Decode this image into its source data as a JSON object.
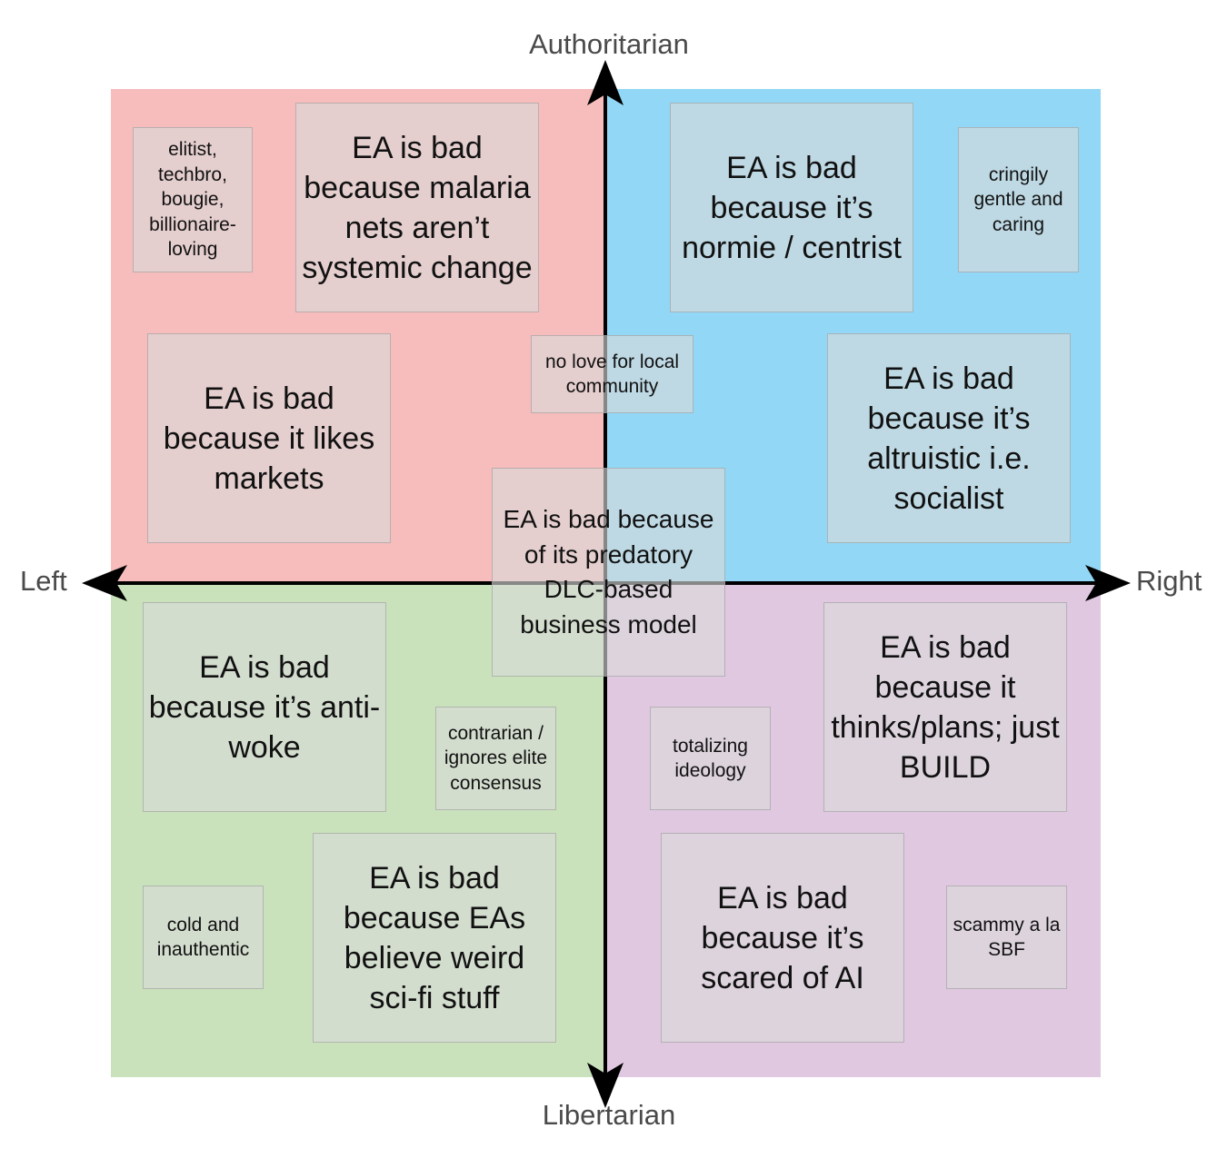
{
  "axes": {
    "top": "Authoritarian",
    "bottom": "Libertarian",
    "left": "Left",
    "right": "Right"
  },
  "colors": {
    "authoritarian_left": "#f7bcbc",
    "authoritarian_right": "#92d7f5",
    "libertarian_left": "#c9e2bb",
    "libertarian_right": "#e0c8e0",
    "box_fill": "#dadada",
    "axis": "#000000"
  },
  "items": {
    "elitist": "elitist, techbro, bougie, billionaire-loving",
    "malaria_nets": "EA is bad because malaria nets aren’t systemic change",
    "likes_markets": "EA is bad because it likes markets",
    "local_community": "no love for local community",
    "normie_centrist": "EA is bad because it’s normie / centrist",
    "gentle_caring": "cringily gentle and caring",
    "altruistic_socialist": "EA is bad because it’s altruistic i.e. socialist",
    "dlc_model": "EA is bad because of its predatory DLC-based business model",
    "anti_woke": "EA is bad because it’s anti-woke",
    "contrarian": "contrarian / ignores elite consensus",
    "cold_inauthentic": "cold and inauthentic",
    "sci_fi": "EA is bad because EAs believe weird sci-fi stuff",
    "totalizing": "totalizing ideology",
    "just_build": "EA is bad because it thinks/plans; just BUILD",
    "scared_of_ai": "EA is bad because it’s scared of AI",
    "scammy": "scammy a la SBF"
  }
}
